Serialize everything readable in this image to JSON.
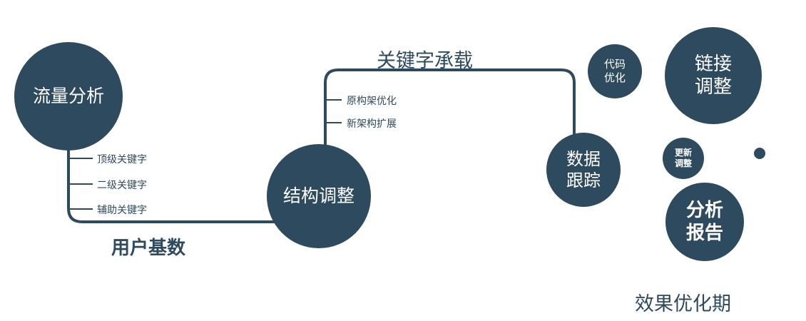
{
  "colors": {
    "primary": "#2e4a5e",
    "background": "#ffffff",
    "circle_text": "#ffffff"
  },
  "nodes": {
    "traffic_analysis": {
      "label": "流量分析"
    },
    "structure_adjustment": {
      "label": "结构调整"
    },
    "data_tracking": {
      "line1": "数据",
      "line2": "跟踪"
    },
    "code_optimization": {
      "line1": "代码",
      "line2": "优化"
    },
    "link_adjustment": {
      "line1": "链接",
      "line2": "调整"
    },
    "update_adjustment": {
      "line1": "更新",
      "line2": "调整"
    },
    "analysis_report": {
      "line1": "分析",
      "line2": "报告"
    }
  },
  "edge_labels": {
    "user_base": "用户基数",
    "keyword_carrying": "关键字承载"
  },
  "branch_labels": {
    "traffic": [
      "顶级关键字",
      "二级关键字",
      "辅助关键字"
    ],
    "structure": [
      "原构架优化",
      "新架构扩展"
    ]
  },
  "footer": {
    "label": "效果优化期"
  }
}
